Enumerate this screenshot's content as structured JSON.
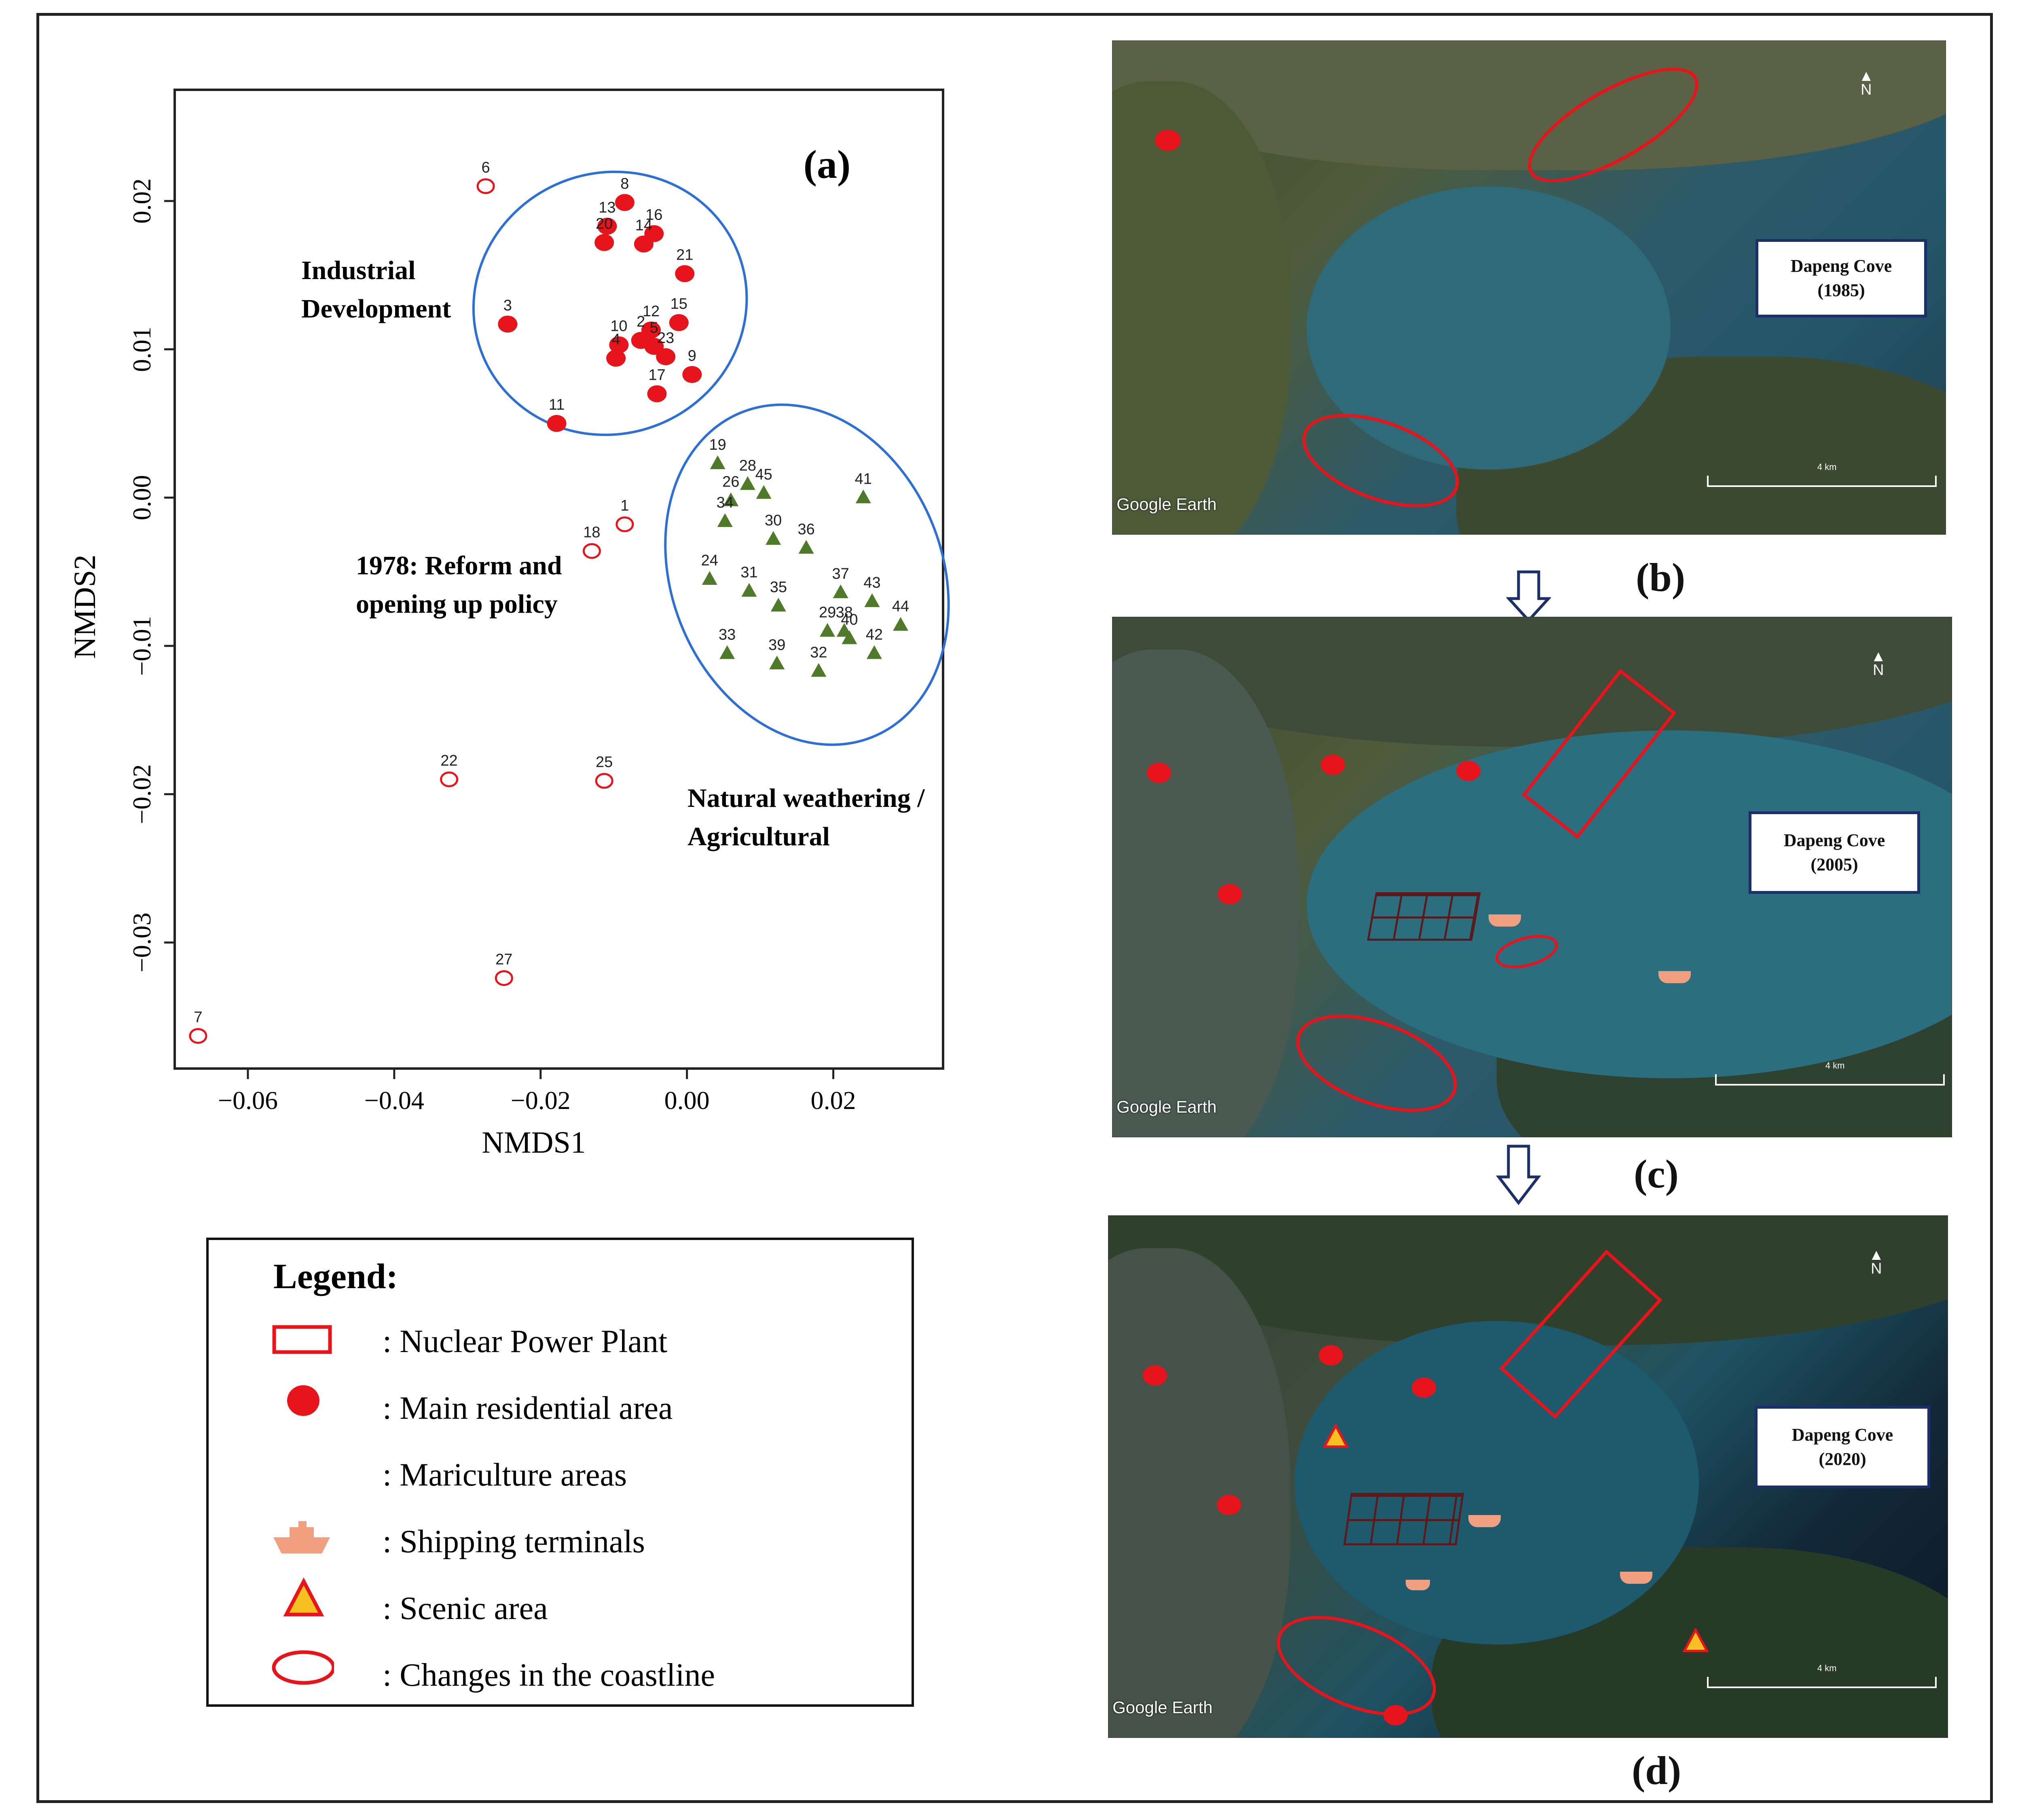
{
  "chart_data": {
    "type": "scatter",
    "panel_label": "(a)",
    "xlabel": "NMDS1",
    "ylabel": "NMDS2",
    "xlim": [
      -0.07,
      0.035
    ],
    "ylim": [
      -0.0385,
      0.0275
    ],
    "xticks": [
      -0.06,
      -0.04,
      -0.02,
      0.0,
      0.02
    ],
    "xtick_labels": [
      "−0.06",
      "−0.04",
      "−0.02",
      "0.00",
      "0.02"
    ],
    "yticks": [
      0.02,
      0.01,
      0.0,
      -0.01,
      -0.02,
      -0.03
    ],
    "ytick_labels": [
      "0.02",
      "0.01",
      "0.00",
      "−0.01",
      "−0.02",
      "−0.03"
    ],
    "grid": false,
    "series": [
      {
        "marker": "filled-circle",
        "color": "#e8141b",
        "points": [
          {
            "label": "3",
            "x": -0.0245,
            "y": 0.0117
          },
          {
            "label": "8",
            "x": -0.0085,
            "y": 0.0199
          },
          {
            "label": "13",
            "x": -0.0109,
            "y": 0.0183
          },
          {
            "label": "16",
            "x": -0.0045,
            "y": 0.0178
          },
          {
            "label": "20",
            "x": -0.0113,
            "y": 0.0172
          },
          {
            "label": "14",
            "x": -0.0059,
            "y": 0.0171
          },
          {
            "label": "21",
            "x": -0.0003,
            "y": 0.0151
          },
          {
            "label": "15",
            "x": -0.0011,
            "y": 0.0118
          },
          {
            "label": "12",
            "x": -0.0049,
            "y": 0.0113
          },
          {
            "label": "2",
            "x": -0.0063,
            "y": 0.0106
          },
          {
            "label": "10",
            "x": -0.0093,
            "y": 0.0103
          },
          {
            "label": "5",
            "x": -0.0045,
            "y": 0.0102
          },
          {
            "label": "4",
            "x": -0.0097,
            "y": 0.0094
          },
          {
            "label": "9",
            "x": 0.0007,
            "y": 0.0083
          },
          {
            "label": "23",
            "x": -0.0029,
            "y": 0.0095
          },
          {
            "label": "17",
            "x": -0.0041,
            "y": 0.007
          },
          {
            "label": "11",
            "x": -0.0178,
            "y": 0.005
          }
        ]
      },
      {
        "marker": "open-circle",
        "color": "#e8141b",
        "points": [
          {
            "label": "6",
            "x": -0.0275,
            "y": 0.021
          },
          {
            "label": "1",
            "x": -0.0085,
            "y": -0.0018
          },
          {
            "label": "18",
            "x": -0.013,
            "y": -0.0036
          },
          {
            "label": "22",
            "x": -0.0325,
            "y": -0.019
          },
          {
            "label": "25",
            "x": -0.0113,
            "y": -0.0191
          },
          {
            "label": "27",
            "x": -0.025,
            "y": -0.0324
          },
          {
            "label": "7",
            "x": -0.0668,
            "y": -0.0363
          }
        ]
      },
      {
        "marker": "triangle",
        "color": "#4f7a2a",
        "points": [
          {
            "label": "19",
            "x": 0.0042,
            "y": 0.0023
          },
          {
            "label": "28",
            "x": 0.0083,
            "y": 0.0009
          },
          {
            "label": "26",
            "x": 0.006,
            "y": -0.0002
          },
          {
            "label": "45",
            "x": 0.0105,
            "y": 0.0003
          },
          {
            "label": "41",
            "x": 0.0241,
            "y": 0.0
          },
          {
            "label": "34",
            "x": 0.0052,
            "y": -0.0016
          },
          {
            "label": "30",
            "x": 0.0118,
            "y": -0.0028
          },
          {
            "label": "36",
            "x": 0.0163,
            "y": -0.0034
          },
          {
            "label": "24",
            "x": 0.0031,
            "y": -0.0055
          },
          {
            "label": "31",
            "x": 0.0085,
            "y": -0.0063
          },
          {
            "label": "37",
            "x": 0.021,
            "y": -0.0064
          },
          {
            "label": "35",
            "x": 0.0125,
            "y": -0.0073
          },
          {
            "label": "43",
            "x": 0.0253,
            "y": -0.007
          },
          {
            "label": "44",
            "x": 0.0292,
            "y": -0.0086
          },
          {
            "label": "29",
            "x": 0.0192,
            "y": -0.009
          },
          {
            "label": "38",
            "x": 0.0215,
            "y": -0.009
          },
          {
            "label": "42",
            "x": 0.0256,
            "y": -0.0105
          },
          {
            "label": "40",
            "x": 0.0222,
            "y": -0.0095
          },
          {
            "label": "33",
            "x": 0.0055,
            "y": -0.0105
          },
          {
            "label": "39",
            "x": 0.0123,
            "y": -0.0112
          },
          {
            "label": "32",
            "x": 0.018,
            "y": -0.0117
          }
        ]
      }
    ],
    "ellipses": [
      {
        "cx": -0.0105,
        "cy": 0.0131,
        "rx": 0.0188,
        "ry": 0.0088,
        "color": "#2e6fd6"
      },
      {
        "cx": 0.0164,
        "cy": -0.0052,
        "rx": 0.0185,
        "ry": 0.0118,
        "color": "#2e6fd6"
      }
    ],
    "annotations": [
      {
        "lines": [
          "Industrial",
          "Development"
        ]
      },
      {
        "lines": [
          "1978:  Reform and",
          "opening up policy"
        ]
      },
      {
        "lines": [
          "Natural weathering /",
          "Agricultural"
        ]
      }
    ]
  },
  "maps": [
    {
      "label": "(b)",
      "title_line1": "Dapeng Cove",
      "title_line2": "(1985)",
      "attribution": "Google Earth",
      "scale": "4 km",
      "north": "N"
    },
    {
      "label": "(c)",
      "title_line1": "Dapeng Cove",
      "title_line2": "(2005)",
      "attribution": "Google Earth",
      "scale": "4 km",
      "north": "N"
    },
    {
      "label": "(d)",
      "title_line1": "Dapeng Cove",
      "title_line2": "(2020)",
      "attribution": "Google Earth",
      "scale": "4 km",
      "north": "N"
    }
  ],
  "legend": {
    "title": "Legend:",
    "items": [
      {
        "icon": "red-rectangle-outline-icon",
        "label": ": Nuclear Power Plant"
      },
      {
        "icon": "red-dot-icon",
        "label": ": Main residential area"
      },
      {
        "icon": "grid-icon",
        "label": ": Mariculture areas"
      },
      {
        "icon": "ship-icon",
        "label": ": Shipping terminals"
      },
      {
        "icon": "triangle-icon",
        "label": ":  Scenic area"
      },
      {
        "icon": "red-ellipse-outline-icon",
        "label": ": Changes in the coastline"
      }
    ]
  },
  "colors": {
    "red": "#e8141b",
    "green": "#4f7a2a",
    "blue": "#2e6fd6",
    "ship": "#f0a080",
    "scenic": "#f5c020"
  }
}
